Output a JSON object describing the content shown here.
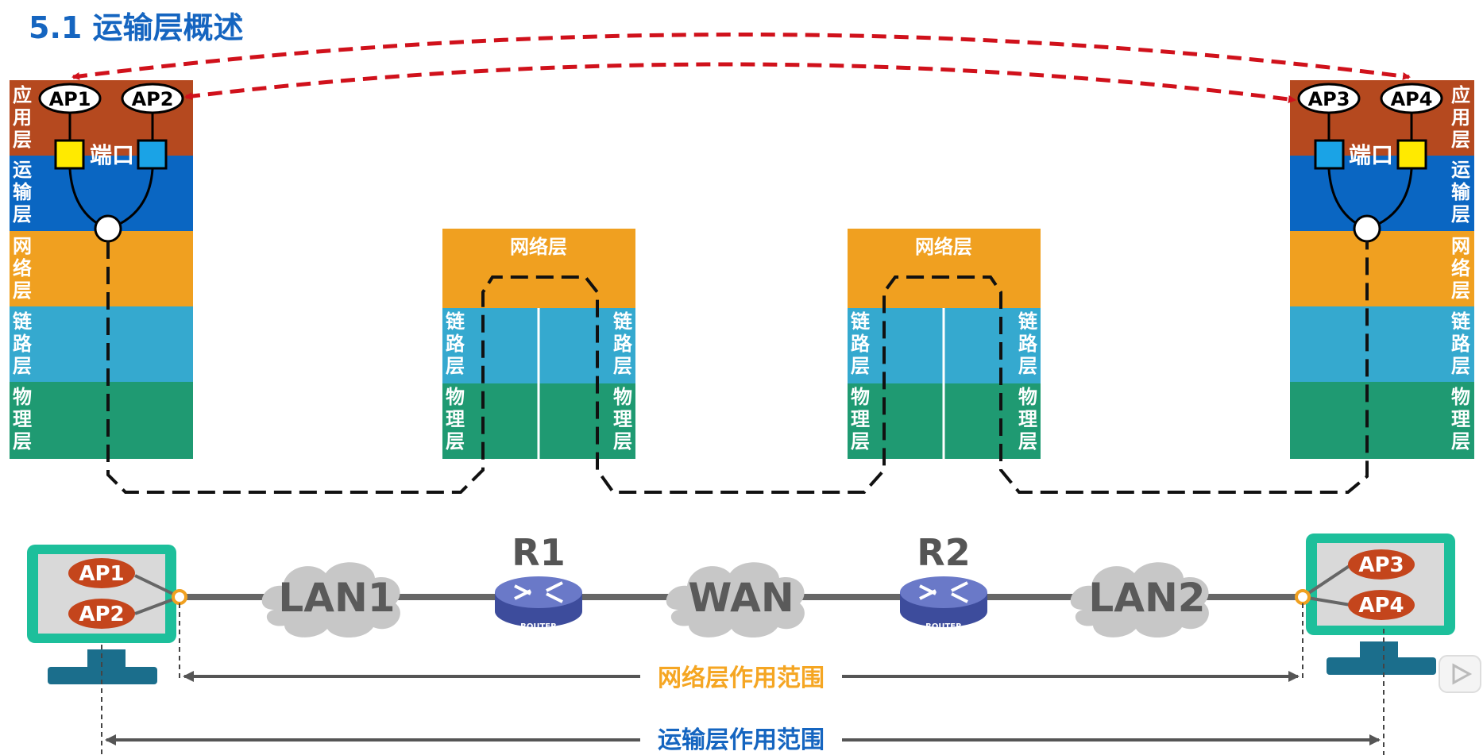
{
  "title": "5.1 运输层概述",
  "layers": {
    "application": "应用层",
    "transport": "运输层",
    "network": "网络层",
    "link": "链路层",
    "physical": "物理层"
  },
  "host_left": {
    "ap1": "AP1",
    "ap2": "AP2",
    "port_label": "端口"
  },
  "host_right": {
    "ap3": "AP3",
    "ap4": "AP4",
    "port_label": "端口"
  },
  "router_stack_left": {
    "network": "网络层",
    "link": "链路层",
    "physical": "物理层"
  },
  "router_stack_right": {
    "network": "网络层",
    "link": "链路层",
    "physical": "物理层"
  },
  "topology": {
    "pc_left": {
      "ap1": "AP1",
      "ap2": "AP2"
    },
    "pc_right": {
      "ap3": "AP3",
      "ap4": "AP4"
    },
    "lan1": "LAN1",
    "wan": "WAN",
    "lan2": "LAN2",
    "r1": "R1",
    "r2": "R2",
    "router_caption": "ROUTER"
  },
  "ranges": {
    "network_scope": "网络层作用范围",
    "transport_scope": "运输层作用范围"
  },
  "colors": {
    "application": "#b5491f",
    "transport": "#0a66c2",
    "network": "#f0a020",
    "link": "#35a9cf",
    "physical": "#1f9a72",
    "title": "#1565c0",
    "pc_frame": "#1dbf9b",
    "ap_oval": "#c4451c",
    "range_network": "#f5a623",
    "range_transport": "#1565c0",
    "dashed_arrow": "#d0111b"
  }
}
